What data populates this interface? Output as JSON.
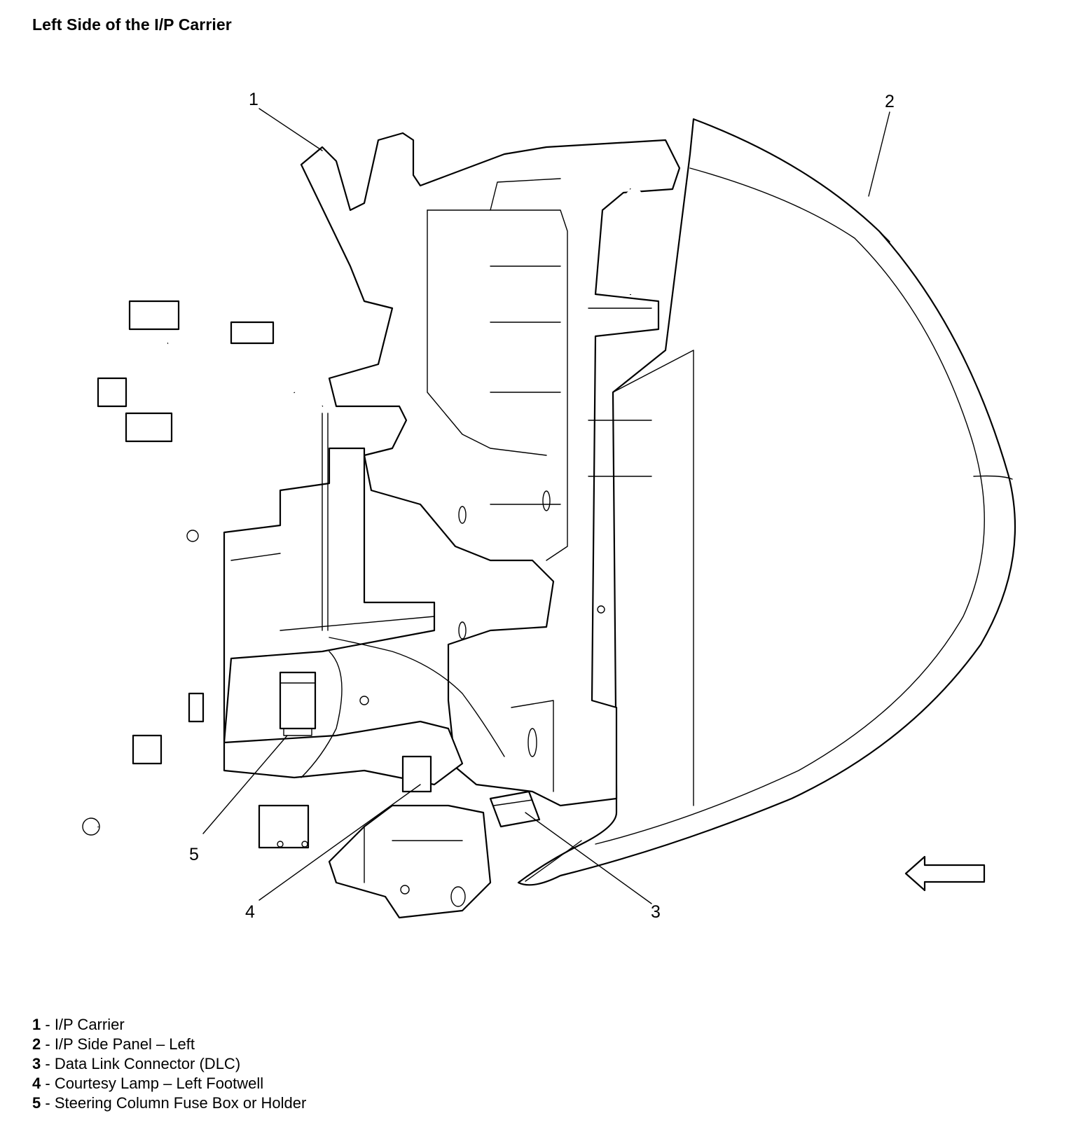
{
  "figure": {
    "title": "Left Side of the I/P Carrier"
  },
  "callouts": [
    {
      "number": "1"
    },
    {
      "number": "2"
    },
    {
      "number": "3"
    },
    {
      "number": "4"
    },
    {
      "number": "5"
    }
  ],
  "legend": [
    {
      "number": "1",
      "separator": " - ",
      "text": "I/P Carrier"
    },
    {
      "number": "2",
      "separator": " - ",
      "text": "I/P Side Panel – Left"
    },
    {
      "number": "3",
      "separator": " - ",
      "text": "Data Link Connector (DLC)"
    },
    {
      "number": "4",
      "separator": " - ",
      "text": "Courtesy Lamp – Left Footwell"
    },
    {
      "number": "5",
      "separator": " - ",
      "text": "Steering Column Fuse Box or Holder"
    }
  ],
  "icons": {
    "direction_arrow": "left-arrow-icon"
  }
}
